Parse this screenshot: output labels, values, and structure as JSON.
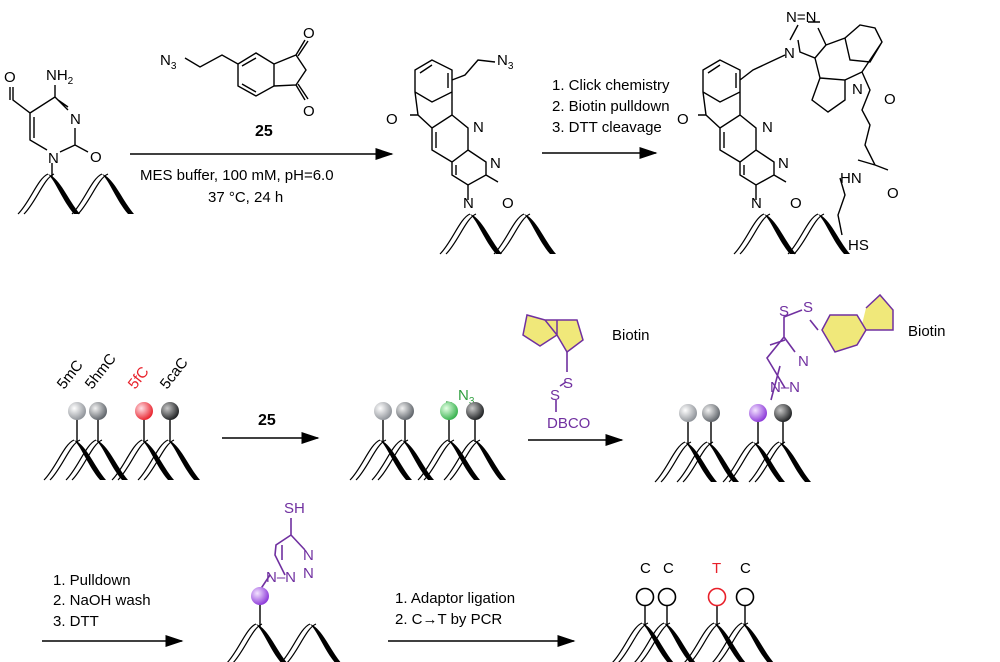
{
  "figure": {
    "row1": {
      "reagent_label": "25",
      "reagent_azide": "N3",
      "conditions_line1": "MES buffer, 100 mM, pH=6.0",
      "conditions_line2": "37 °C, 24 h",
      "step2_lines": [
        "1. Click chemistry",
        "2. Biotin  pulldown",
        "3. DTT cleavage"
      ],
      "atoms": {
        "aldehyde_o": "O",
        "nh2": "NH2",
        "n": "N",
        "carbonyl_o": "O",
        "azide": "N3",
        "hn": "HN",
        "hs": "HS"
      }
    },
    "row2": {
      "base_labels": [
        {
          "text": "5mC",
          "color": "#000000"
        },
        {
          "text": "5hmC",
          "color": "#000000"
        },
        {
          "text": "5fC",
          "color": "#e8202a"
        },
        {
          "text": "5caC",
          "color": "#000000"
        }
      ],
      "arrow1_label": "25",
      "azide_label": "N3",
      "dbco_reagent": {
        "label": "Biotin",
        "linker": "S-S",
        "dbco": "DBCO"
      },
      "product_biotin_label": "Biotin"
    },
    "row3": {
      "step_lines": [
        "1. Pulldown",
        "2. NaOH wash",
        "3. DTT"
      ],
      "thiol_label": "SH",
      "pcr_lines": [
        "1. Adaptor ligation",
        "2. C→T by PCR"
      ],
      "readout_labels": [
        {
          "text": "C",
          "color": "#000000"
        },
        {
          "text": "C",
          "color": "#000000"
        },
        {
          "text": "T",
          "color": "#e8202a"
        },
        {
          "text": "C",
          "color": "#000000"
        }
      ]
    },
    "colors": {
      "mark_red": "#e8202a",
      "azide_green": "#2e9e3e",
      "linker_purple": "#7030a0",
      "biotin_yellow": "#f0e87a"
    }
  }
}
